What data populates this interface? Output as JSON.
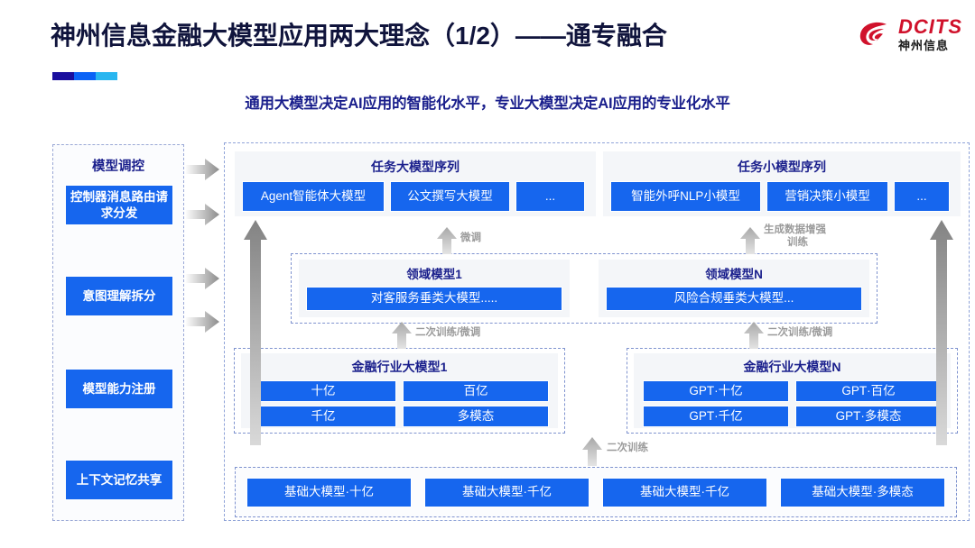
{
  "header": {
    "title": "神州信息金融大模型应用两大理念（1/2）——通专融合",
    "subtitle": "通用大模型决定AI应用的智能化水平，专业大模型决定AI应用的专业化水平",
    "logo_en": "DCITS",
    "logo_cn": "神州信息",
    "accent_colors": [
      "#1a0f9e",
      "#0b63f6",
      "#29b6f0"
    ],
    "title_color": "#10143c",
    "subtitle_color": "#1a1f8c",
    "logo_color": "#d0112b"
  },
  "control_panel": {
    "title": "模型调控",
    "items": [
      {
        "label": "控制器消息路由请求分发"
      },
      {
        "label": "意图理解拆分"
      },
      {
        "label": "模型能力注册"
      },
      {
        "label": "上下文记忆共享"
      }
    ]
  },
  "task_sequences": [
    {
      "title": "任务大模型序列",
      "items": [
        "Agent智能体大模型",
        "公文撰写大模型",
        "..."
      ]
    },
    {
      "title": "任务小模型序列",
      "items": [
        "智能外呼NLP小模型",
        "营销决策小模型",
        "..."
      ]
    }
  ],
  "domain_models": [
    {
      "title": "领域模型1",
      "item": "对客服务垂类大模型....."
    },
    {
      "title": "领域模型N",
      "item": "风险合规垂类大模型..."
    }
  ],
  "industry_models": [
    {
      "title": "金融行业大模型1",
      "items": [
        "十亿",
        "百亿",
        "千亿",
        "多模态"
      ]
    },
    {
      "title": "金融行业大模型N",
      "items": [
        "GPT·十亿",
        "GPT·百亿",
        "GPT·千亿",
        "GPT·多模态"
      ]
    }
  ],
  "base_models": {
    "items": [
      "基础大模型·十亿",
      "基础大模型·千亿",
      "基础大模型·千亿",
      "基础大模型·多模态"
    ]
  },
  "arrow_labels": {
    "finetune": "微调",
    "data_aug": "生成数据增强\n训练",
    "data_aug_l1": "生成数据增强",
    "data_aug_l2": "训练",
    "retrain_finetune_left": "二次训练/微调",
    "retrain_finetune_right": "二次训练/微调",
    "retrain": "二次训练"
  },
  "colors": {
    "box_blue": "#1666ee",
    "panel_gray": "#f4f6f9",
    "dashed_border": "#8fa3d8",
    "arrow_gray": "#a6a6a6"
  }
}
